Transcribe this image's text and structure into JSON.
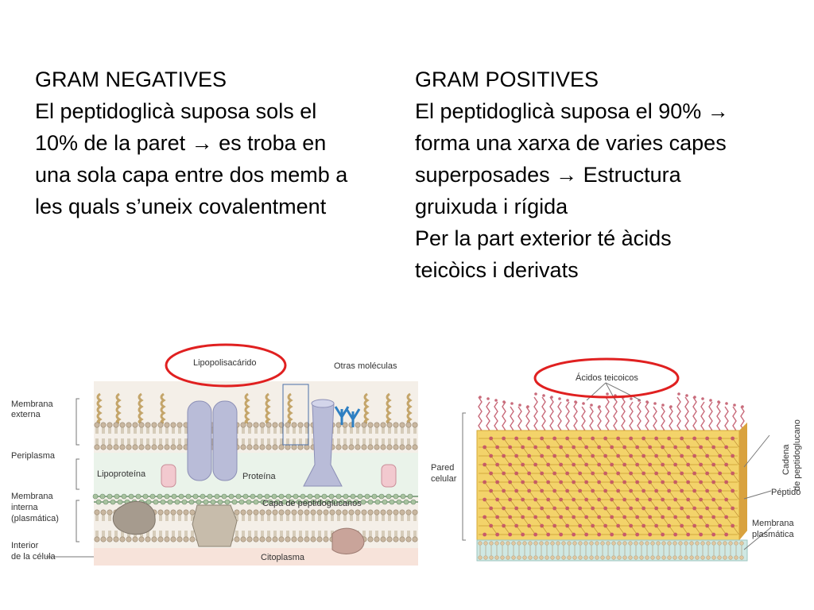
{
  "gram_negatives": {
    "title": "GRAM NEGATIVES",
    "lines": [
      "El peptidoglicà suposa sols el",
      "10% de la paret → es troba en",
      "una sola capa entre dos memb a",
      "les quals s’uneix covalentment"
    ]
  },
  "gram_positives": {
    "title": "GRAM POSITIVES",
    "lines": [
      "El peptidoglicà suposa el 90% →",
      "forma una xarxa de varies capes",
      "superposades → Estructura",
      "gruixuda i rígida",
      "Per la part exterior té àcids",
      "teicòics i derivats"
    ]
  },
  "figure_negative": {
    "labels": {
      "lipopolisacarido": "Lipopolisacárido",
      "otras_moleculas": "Otras moléculas",
      "membrana_externa_1": "Membrana",
      "membrana_externa_2": "externa",
      "periplasma": "Periplasma",
      "lipoproteina": "Lipoproteína",
      "proteina": "Proteína",
      "membrana_interna_1": "Membrana",
      "membrana_interna_2": "interna",
      "membrana_interna_3": "(plasmática)",
      "capa_peptidoglucanos": "Capa de peptidoglucanos",
      "interior_1": "Interior",
      "interior_2": "de la célula",
      "citoplasma": "Citoplasma"
    }
  },
  "figure_positive": {
    "labels": {
      "acidos_teicoicos": "Ácidos teicoicos",
      "pared_1": "Pared",
      "pared_2": "celular",
      "cadena_1": "Cadena",
      "cadena_2": "de peptidoglucano",
      "peptido": "Péptido",
      "membrana_1": "Membrana",
      "membrana_2": "plasmática"
    }
  },
  "colors": {
    "highlight_circle": "#e02020",
    "membrane_head": "#c9b7a0",
    "peptidoglycan_fill": "#f3d36a",
    "teichoic": "#c86a7a",
    "protein": "#b9bcd8"
  }
}
